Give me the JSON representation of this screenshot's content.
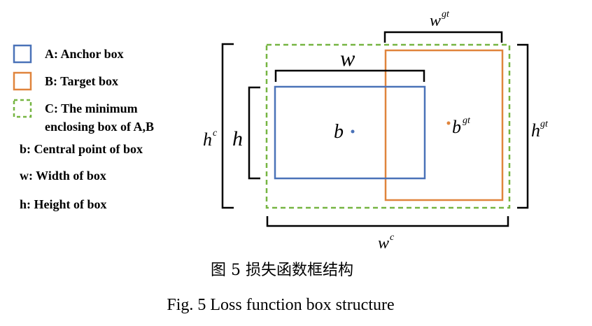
{
  "legend": {
    "anchor": "A: Anchor box",
    "target": "B: Target box",
    "enclosing_line1": "C: The minimum",
    "enclosing_line2": "enclosing box of A,B",
    "central": "b: Central point of box",
    "width": "w: Width of box",
    "height": "h: Height of box"
  },
  "labels": {
    "w": "w",
    "h": "h",
    "b": "b",
    "bgt_base": "b",
    "gt": "gt",
    "wgt_base": "w",
    "hgt_base": "h",
    "hc_base": "h",
    "wc_base": "w",
    "c": "c"
  },
  "caption": {
    "cn": "图 5   损失函数框结构",
    "en": "Fig. 5  Loss function box structure"
  },
  "colors": {
    "anchor": "#4a72b8",
    "target": "#e0843c",
    "enclosing": "#76b542"
  }
}
